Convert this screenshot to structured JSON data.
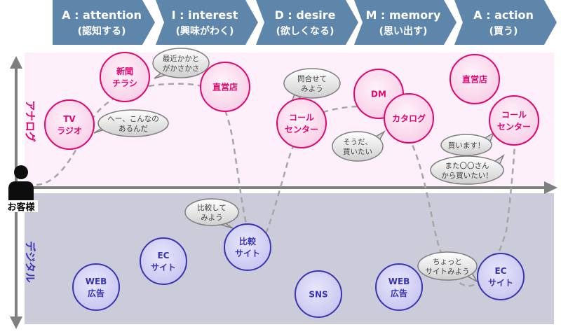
{
  "stages": [
    {
      "title": "A : attention",
      "sub": "(認知する)"
    },
    {
      "title": "I : interest",
      "sub": "(興味がわく)"
    },
    {
      "title": "D : desire",
      "sub": "(欲しくなる)"
    },
    {
      "title": "M : memory",
      "sub": "(思い出す)"
    },
    {
      "title": "A : action",
      "sub": "(買う)"
    }
  ],
  "zones": {
    "analog": "アナログ",
    "digital": "デジタル"
  },
  "customer": "お客様",
  "colors": {
    "header": "#5e86aa",
    "analog_bg": "#fdf0fb",
    "digital_bg": "#cbcbd9",
    "analog_stroke": "#e3066f",
    "analog_fill": "#fadcef",
    "digital_stroke": "#3834b4",
    "digital_fill": "#d3d2f3"
  },
  "analog_touchpoints": [
    {
      "id": "tv",
      "lines": [
        "TV",
        "ラジオ"
      ]
    },
    {
      "id": "newspaper",
      "lines": [
        "新聞",
        "チラシ"
      ]
    },
    {
      "id": "store1",
      "lines": [
        "直営店"
      ]
    },
    {
      "id": "callcenter1",
      "lines": [
        "コール",
        "センター"
      ]
    },
    {
      "id": "dm",
      "lines": [
        "DM"
      ]
    },
    {
      "id": "catalog",
      "lines": [
        "カタログ"
      ]
    },
    {
      "id": "store2",
      "lines": [
        "直営店"
      ]
    },
    {
      "id": "callcenter2",
      "lines": [
        "コール",
        "センター"
      ]
    }
  ],
  "digital_touchpoints": [
    {
      "id": "web1",
      "lines": [
        "WEB",
        "広告"
      ]
    },
    {
      "id": "ec1",
      "lines": [
        "EC",
        "サイト"
      ]
    },
    {
      "id": "compare",
      "lines": [
        "比較",
        "サイト"
      ]
    },
    {
      "id": "sns",
      "lines": [
        "SNS"
      ]
    },
    {
      "id": "web2",
      "lines": [
        "WEB",
        "広告"
      ]
    },
    {
      "id": "ec2",
      "lines": [
        "EC",
        "サイト"
      ]
    }
  ],
  "bubbles": [
    {
      "id": "b1",
      "lines": [
        "へー、こんなの",
        "あるんだ"
      ]
    },
    {
      "id": "b2",
      "lines": [
        "最近かかと",
        "がかさかさ"
      ]
    },
    {
      "id": "b3",
      "lines": [
        "比較して",
        "みよう"
      ]
    },
    {
      "id": "b4",
      "lines": [
        "問合せて",
        "みよう"
      ]
    },
    {
      "id": "b5",
      "lines": [
        "そうだ、",
        "買いたい"
      ]
    },
    {
      "id": "b6",
      "lines": [
        "買います！"
      ]
    },
    {
      "id": "b7",
      "lines": [
        "また〇〇さん",
        "から買いたい！"
      ]
    },
    {
      "id": "b8",
      "lines": [
        "ちょっと",
        "サイトみよう"
      ]
    }
  ]
}
